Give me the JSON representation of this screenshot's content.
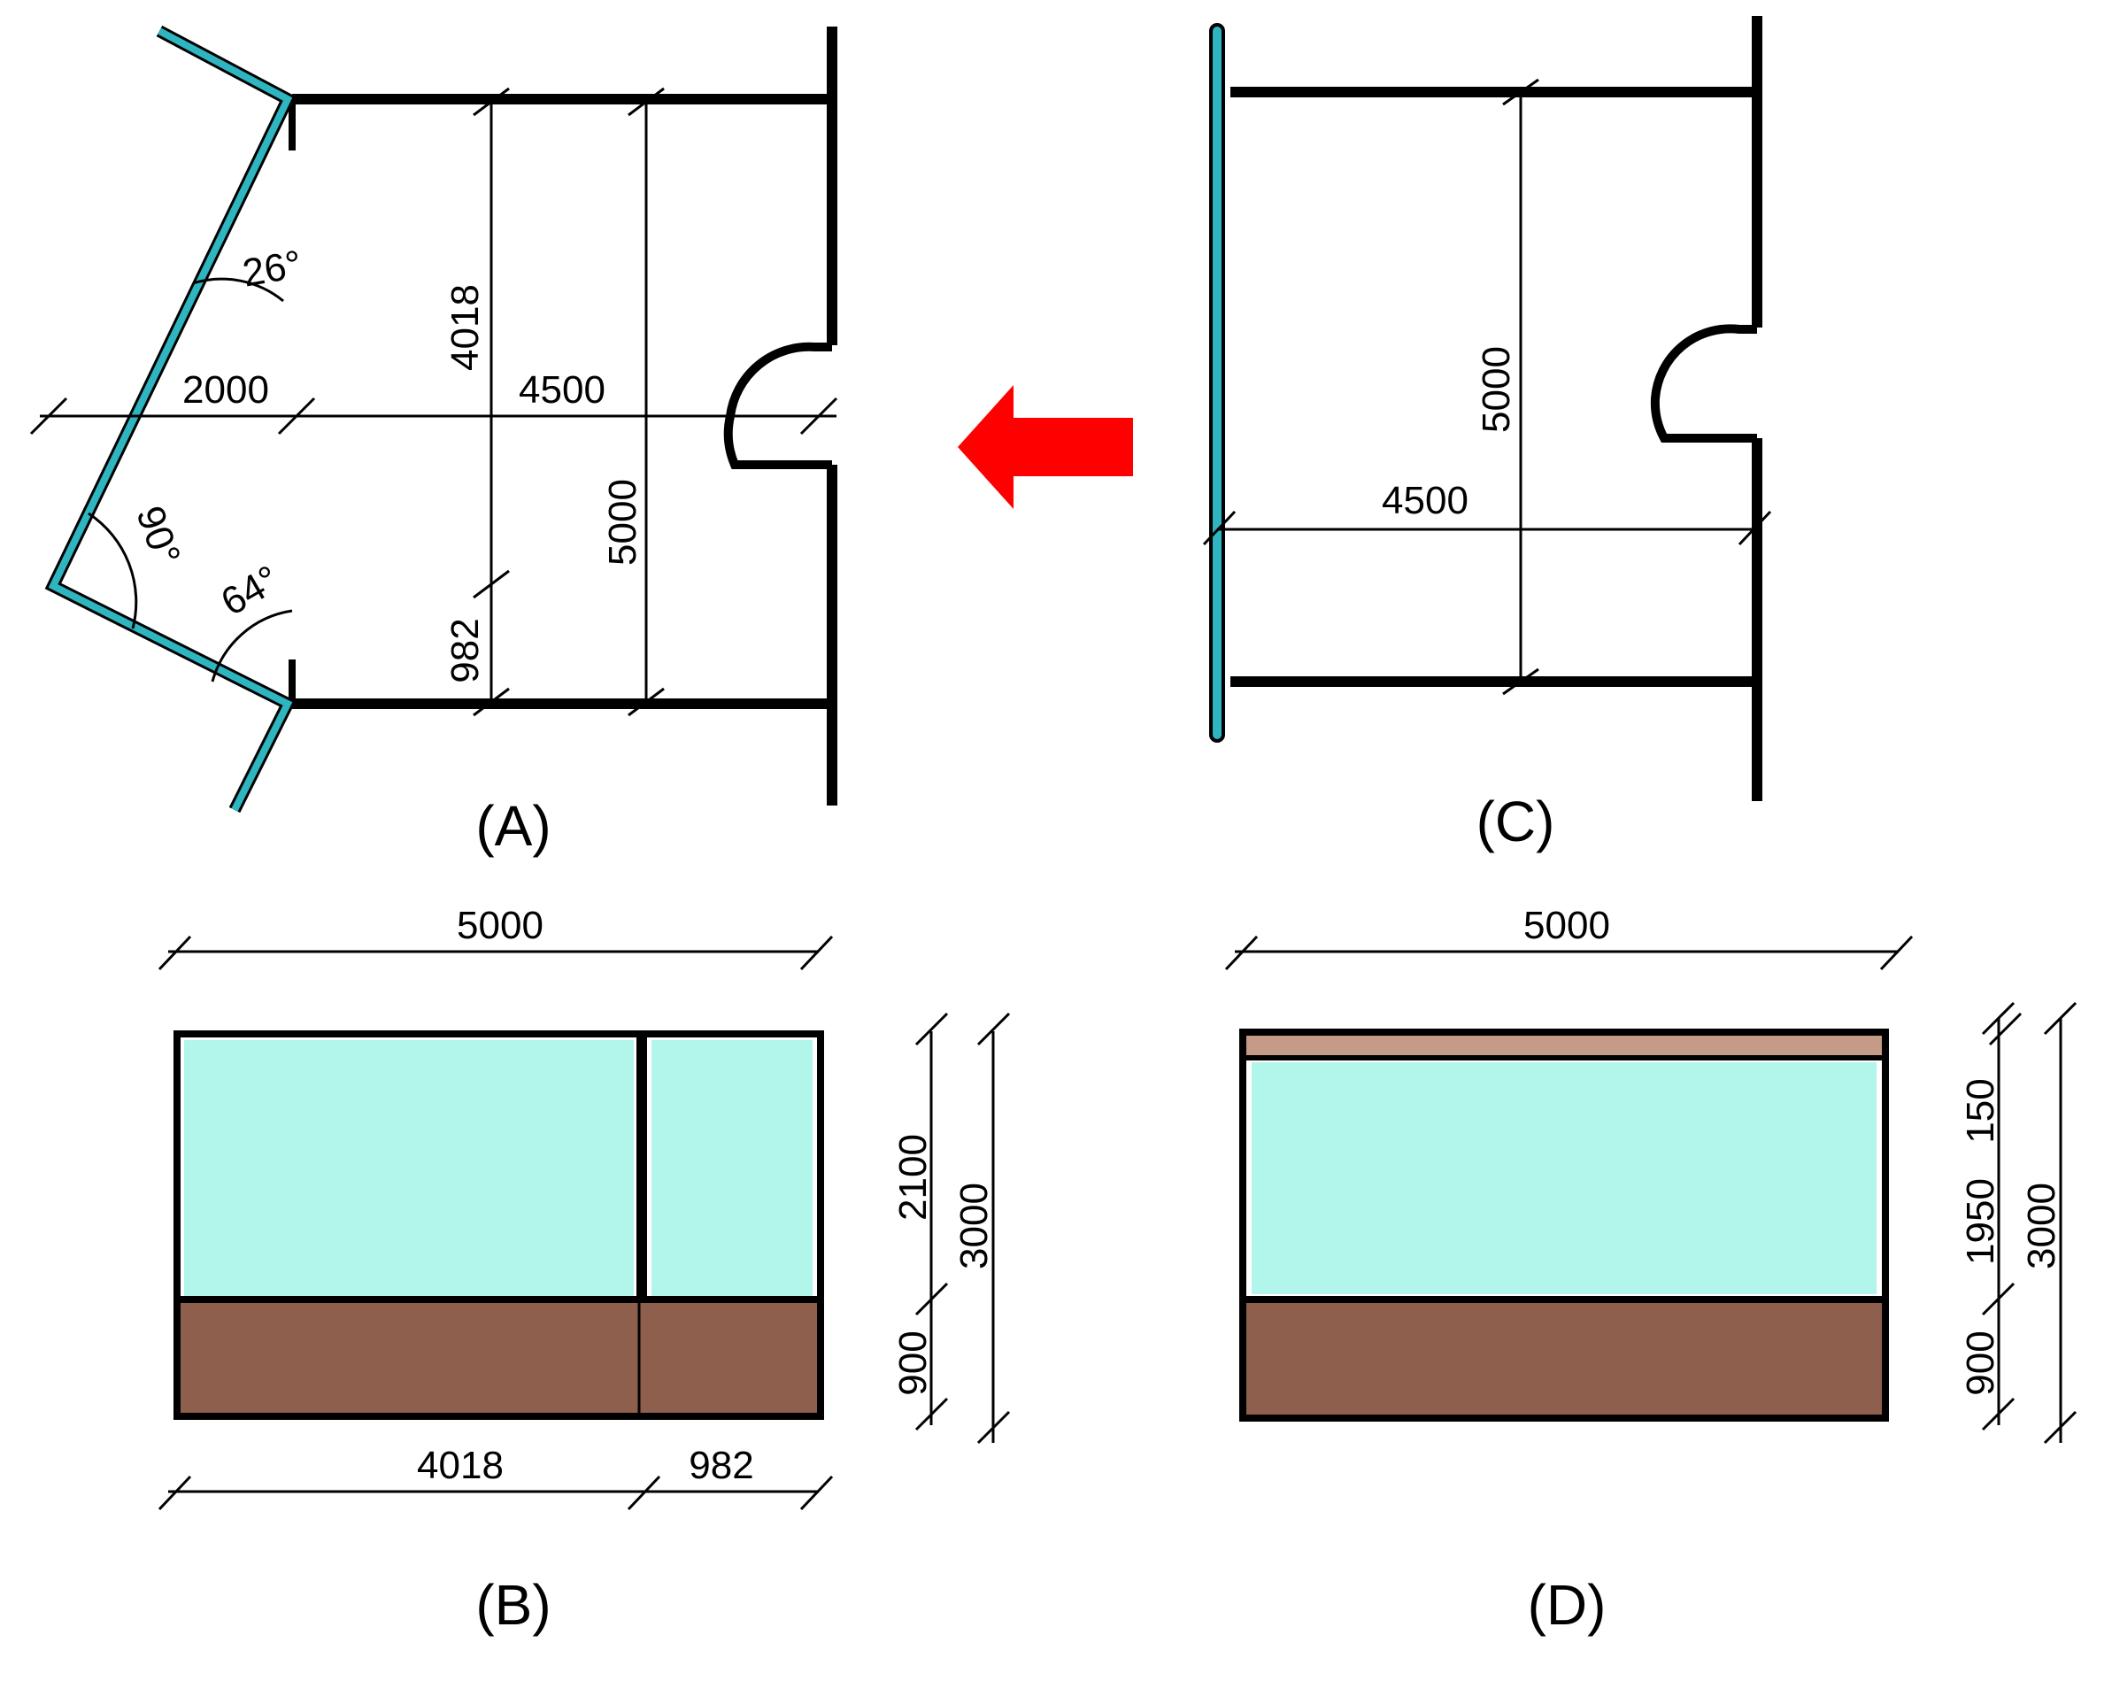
{
  "colors": {
    "wall": "#000000",
    "glass_wall_plan": "#2fb5c0",
    "glass_fill": "#b2f5ea",
    "wood_fill": "#8e5f4c",
    "wood_band_light": "#c59a86",
    "arrow": "#ff0000"
  },
  "icons": {
    "transform_arrow": "arrow-left-icon"
  },
  "panels": {
    "a": {
      "label": "(A)",
      "dims": {
        "d4018": "4018",
        "d2000": "2000",
        "d4500": "4500",
        "d5000": "5000",
        "d982": "982"
      },
      "angles": {
        "a26": "26°",
        "a90": "90°",
        "a64": "64°"
      }
    },
    "b": {
      "label": "(B)",
      "dims": {
        "top": "5000",
        "left_part": "4018",
        "right_part": "982",
        "upper": "2100",
        "lower": "900",
        "total": "3000"
      }
    },
    "c": {
      "label": "(C)",
      "dims": {
        "vertical": "5000",
        "horizontal": "4500"
      }
    },
    "d": {
      "label": "(D)",
      "dims": {
        "top": "5000",
        "band": "150",
        "glass": "1950",
        "lower": "900",
        "total": "3000"
      }
    }
  }
}
